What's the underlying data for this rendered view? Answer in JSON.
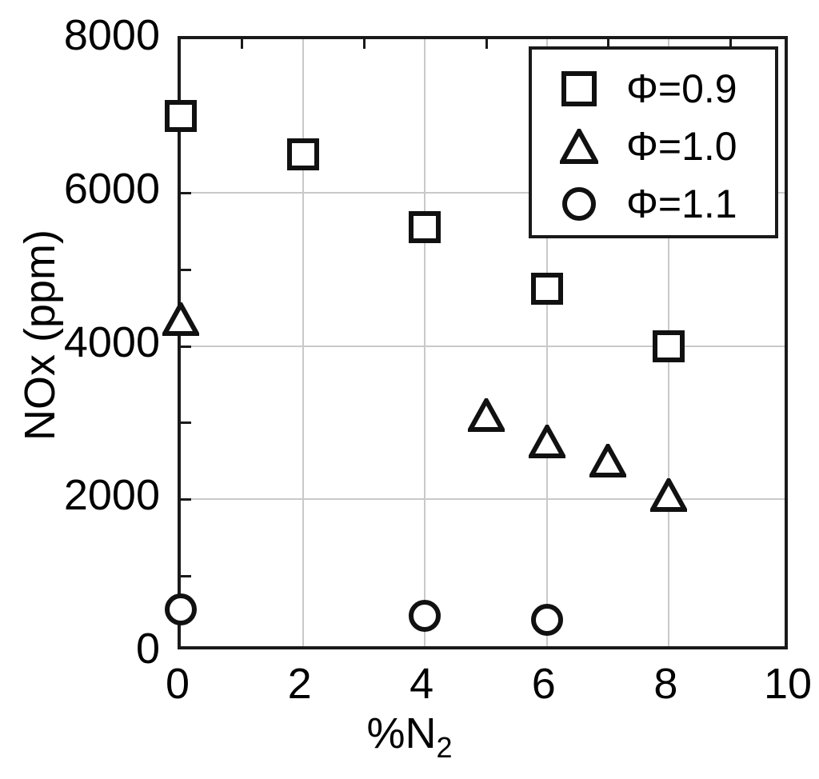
{
  "chart_data": {
    "type": "scatter",
    "title": "",
    "xlabel": "%N2",
    "xlabel_base": "%N",
    "xlabel_sub": "2",
    "ylabel": "NOx (ppm)",
    "xlim": [
      0,
      10
    ],
    "ylim": [
      0,
      8000
    ],
    "grid": true,
    "x_ticks": [
      "0",
      "2",
      "4",
      "6",
      "8",
      "10"
    ],
    "x_tick_values": [
      0,
      2,
      4,
      6,
      8,
      10
    ],
    "x_minor_ticks": [
      1,
      3,
      5,
      7,
      9
    ],
    "y_ticks": [
      "0",
      "2000",
      "4000",
      "6000",
      "8000"
    ],
    "y_tick_values": [
      0,
      2000,
      4000,
      6000,
      8000
    ],
    "y_minor_ticks": [
      1000,
      3000,
      5000,
      7000
    ],
    "legend_position": "top-right",
    "series": [
      {
        "name": "Φ=0.9",
        "marker": "square",
        "points": [
          {
            "x": 0,
            "y": 7000
          },
          {
            "x": 2,
            "y": 6500
          },
          {
            "x": 4,
            "y": 5550
          },
          {
            "x": 6,
            "y": 4750
          },
          {
            "x": 8,
            "y": 4000
          }
        ]
      },
      {
        "name": "Φ=1.0",
        "marker": "triangle",
        "points": [
          {
            "x": 0,
            "y": 4350
          },
          {
            "x": 5,
            "y": 3100
          },
          {
            "x": 6,
            "y": 2750
          },
          {
            "x": 7,
            "y": 2500
          },
          {
            "x": 8,
            "y": 2050
          }
        ]
      },
      {
        "name": "Φ=1.1",
        "marker": "circle",
        "points": [
          {
            "x": 0,
            "y": 560
          },
          {
            "x": 4,
            "y": 480
          },
          {
            "x": 6,
            "y": 430
          }
        ]
      }
    ]
  },
  "legend": {
    "items": [
      {
        "marker": "square",
        "label": "Φ=0.9"
      },
      {
        "marker": "triangle",
        "label": "Φ=1.0"
      },
      {
        "marker": "circle",
        "label": "Φ=1.1"
      }
    ]
  },
  "colors": {
    "marker_stroke": "#111111",
    "axis": "#1a1a1a",
    "grid": "#c9c9c9",
    "background": "#ffffff",
    "text": "#000000"
  }
}
